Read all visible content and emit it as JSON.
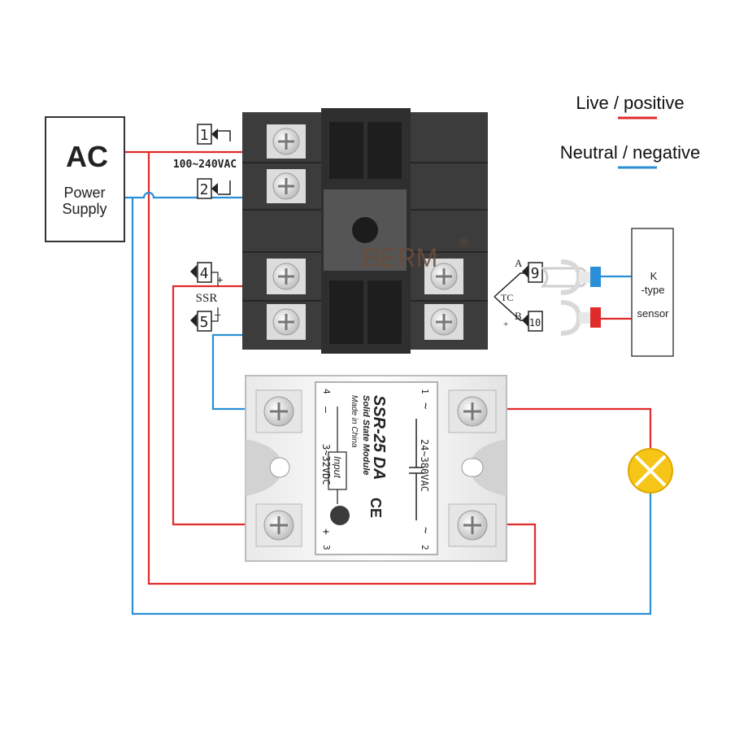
{
  "legend": {
    "live_label": "Live / positive",
    "neutral_label": "Neutral / negative",
    "live_color": "#e02b2b",
    "neutral_color": "#2a8fd6"
  },
  "power_supply": {
    "title": "AC",
    "line1": "Power",
    "line2": "Supply"
  },
  "controller": {
    "brand": "BERM",
    "registered": "®",
    "terminal_1": "1",
    "terminal_2": "2",
    "terminal_4": "4",
    "terminal_5": "5",
    "terminal_9": "9",
    "terminal_10": "10",
    "voltage_label": "100~240VAC",
    "ssr_label": "SSR",
    "plus": "+",
    "minus": "–",
    "tc_a": "A",
    "tc_b": "B",
    "tc_label": "TC",
    "tc_plus": "+"
  },
  "sensor": {
    "line1": "K",
    "line2": "-type",
    "line3": "sensor"
  },
  "ssr_module": {
    "model": "SSR-25 DA",
    "subtitle": "Solid State Module",
    "made_in": "Made in China",
    "input_label": "Input",
    "input_voltage": "3~32VDC",
    "output_voltage": "24~380VAC",
    "ce": "CE",
    "pin1": "1",
    "pin2": "2",
    "pin3": "3",
    "pin4": "4",
    "tilde1": "~",
    "tilde2": "~",
    "plus": "+",
    "minus": "–"
  },
  "colors": {
    "live": "#e02b2b",
    "neutral": "#2a8fd6",
    "controller_body": "#3a3a3a",
    "lamp": "#f5c518"
  }
}
